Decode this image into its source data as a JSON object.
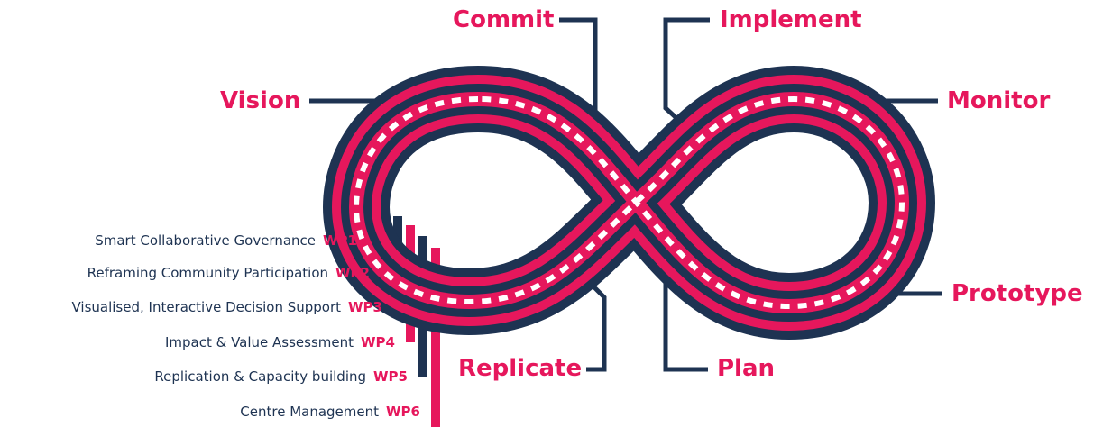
{
  "colors": {
    "navy": "#1e3352",
    "pink": "#e6175c",
    "white": "#ffffff"
  },
  "phases": {
    "commit": "Commit",
    "implement": "Implement",
    "vision": "Vision",
    "monitor": "Monitor",
    "prototype": "Prototype",
    "replicate": "Replicate",
    "plan": "Plan"
  },
  "work_packages": [
    {
      "name": "Smart Collaborative Governance",
      "code": "WP1"
    },
    {
      "name": "Reframing Community Participation",
      "code": "WP2"
    },
    {
      "name": "Visualised, Interactive Decision Support",
      "code": "WP3"
    },
    {
      "name": "Impact & Value Assessment",
      "code": "WP4"
    },
    {
      "name": "Replication & Capacity building",
      "code": "WP5"
    },
    {
      "name": "Centre Management",
      "code": "WP6"
    }
  ]
}
